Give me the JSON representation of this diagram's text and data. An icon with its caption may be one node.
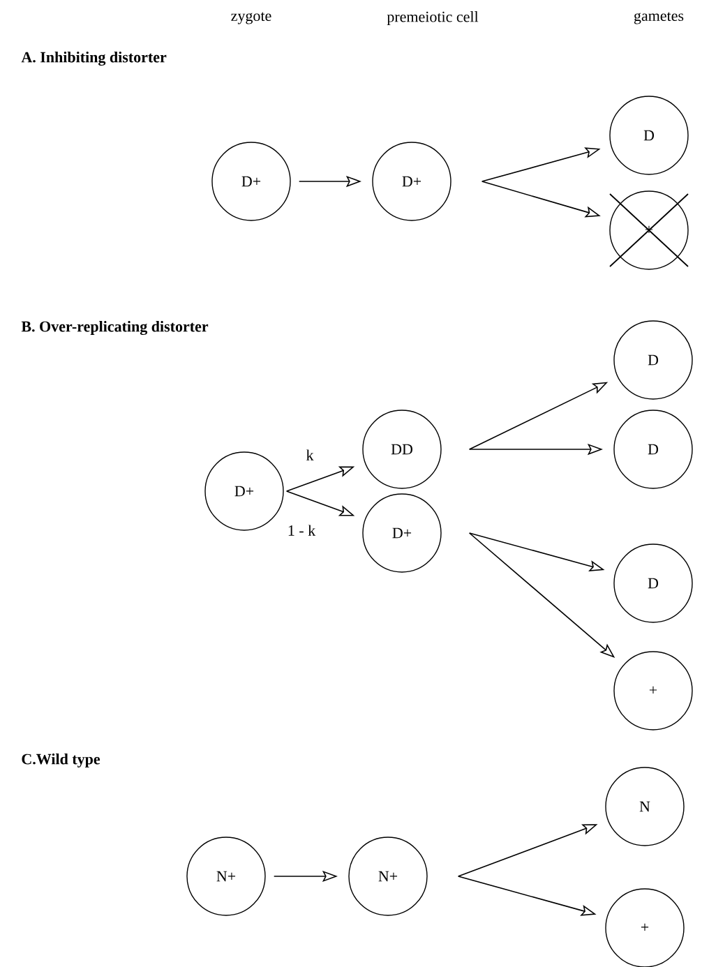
{
  "diagram": {
    "nodes": [
      {
        "text": [
          "D+"
        ]
      },
      {
        "text": [
          "D+"
        ]
      },
      {
        "text": [
          "D"
        ]
      },
      {
        "text": [
          "+"
        ]
      },
      {
        "text": [
          "D+"
        ]
      },
      {
        "text": [
          "DD"
        ]
      },
      {
        "text": [
          "D+"
        ]
      },
      {
        "text": [
          "D"
        ]
      },
      {
        "text": [
          "D"
        ]
      },
      {
        "text": [
          "D"
        ]
      },
      {
        "text": [
          "+"
        ]
      },
      {
        "text": [
          "N+"
        ]
      },
      {
        "text": [
          "N+"
        ]
      },
      {
        "text": [
          "N"
        ]
      },
      {
        "text": [
          "+"
        ]
      }
    ],
    "edges": [
      {
        "from": 0,
        "to": 1,
        "arrow": "to"
      },
      {
        "from": 1,
        "to": 2,
        "arrow": "to"
      },
      {
        "from": 1,
        "to": 3,
        "arrow": "to"
      },
      {
        "from": 4,
        "to": 5,
        "arrow": "to",
        "label": "k"
      },
      {
        "from": 4,
        "to": 6,
        "arrow": "to",
        "label": "1 - k"
      },
      {
        "from": 5,
        "to": 7,
        "arrow": "to"
      },
      {
        "from": 5,
        "to": 8,
        "arrow": "to"
      },
      {
        "from": 6,
        "to": 9,
        "arrow": "to"
      },
      {
        "from": 6,
        "to": 10,
        "arrow": "to"
      },
      {
        "from": 11,
        "to": 12,
        "arrow": "to"
      },
      {
        "from": 12,
        "to": 13,
        "arrow": "to"
      },
      {
        "from": 12,
        "to": 14,
        "arrow": "to"
      }
    ],
    "labels": [
      "zygote",
      "premeiotic cell",
      "gametes",
      "A. Inhibiting distorter",
      "B. Over-replicating distorter",
      "C.Wild type"
    ]
  }
}
